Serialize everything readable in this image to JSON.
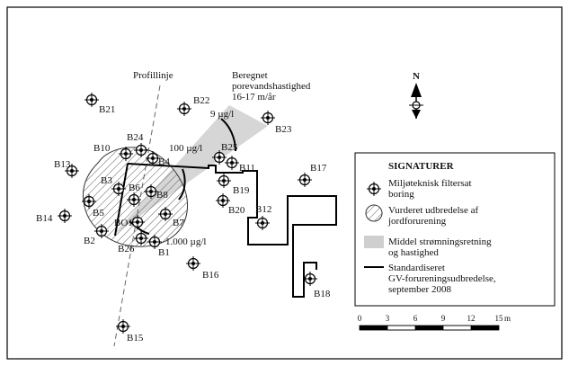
{
  "map": {
    "profile_line_label": "Profillinje",
    "velocity_label_lines": [
      "Beregnet",
      "porevandshastighed",
      "16-17 m/år"
    ],
    "contours": [
      {
        "id": "c9",
        "label": "9 µg/l"
      },
      {
        "id": "c100",
        "label": "100 µg/l"
      },
      {
        "id": "c1000",
        "label": "1.000 µg/l"
      }
    ],
    "boreholes": [
      {
        "id": "B21"
      },
      {
        "id": "B22"
      },
      {
        "id": "B23"
      },
      {
        "id": "B24"
      },
      {
        "id": "B4"
      },
      {
        "id": "B10"
      },
      {
        "id": "B25"
      },
      {
        "id": "B11"
      },
      {
        "id": "B17"
      },
      {
        "id": "B13"
      },
      {
        "id": "B3"
      },
      {
        "id": "B8"
      },
      {
        "id": "B19"
      },
      {
        "id": "B5"
      },
      {
        "id": "B6"
      },
      {
        "id": "B20"
      },
      {
        "id": "B14"
      },
      {
        "id": "B7"
      },
      {
        "id": "B12"
      },
      {
        "id": "BO1"
      },
      {
        "id": "B2"
      },
      {
        "id": "B26"
      },
      {
        "id": "B1"
      },
      {
        "id": "B16"
      },
      {
        "id": "B18"
      },
      {
        "id": "B15"
      }
    ]
  },
  "north_arrow": {
    "label": "N"
  },
  "legend": {
    "title": "SIGNATURER",
    "items": [
      {
        "symbol": "borehole",
        "lines": [
          "Miljøteknisk filtersat",
          "boring"
        ]
      },
      {
        "symbol": "hatched",
        "lines": [
          "Vurderet udbredelse af",
          "jordforurening"
        ]
      },
      {
        "symbol": "gray",
        "lines": [
          "Middel strømningsretning",
          "og hastighed"
        ]
      },
      {
        "symbol": "line",
        "lines": [
          "Standardiseret",
          "GV-forureningsudbredelse,",
          "september 2008"
        ]
      }
    ]
  },
  "scale_bar": {
    "ticks": [
      "0",
      "3",
      "6",
      "9",
      "12",
      "15"
    ],
    "unit": "m"
  }
}
